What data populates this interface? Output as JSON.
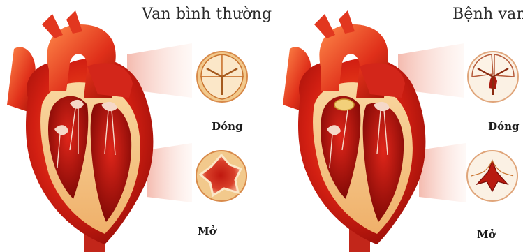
{
  "panels": [
    {
      "title": "Van bình thường",
      "closed_label": "Đóng",
      "open_label": "Mở"
    },
    {
      "title": "Bệnh van",
      "closed_label": "Đóng",
      "open_label": "Mở"
    }
  ],
  "colors": {
    "heart_red": "#d21f12",
    "heart_dark": "#8e0b07",
    "heart_light": "#ff7a3c",
    "myocardium": "#f6c27c",
    "valve_tissue": "#fbe7c8"
  }
}
